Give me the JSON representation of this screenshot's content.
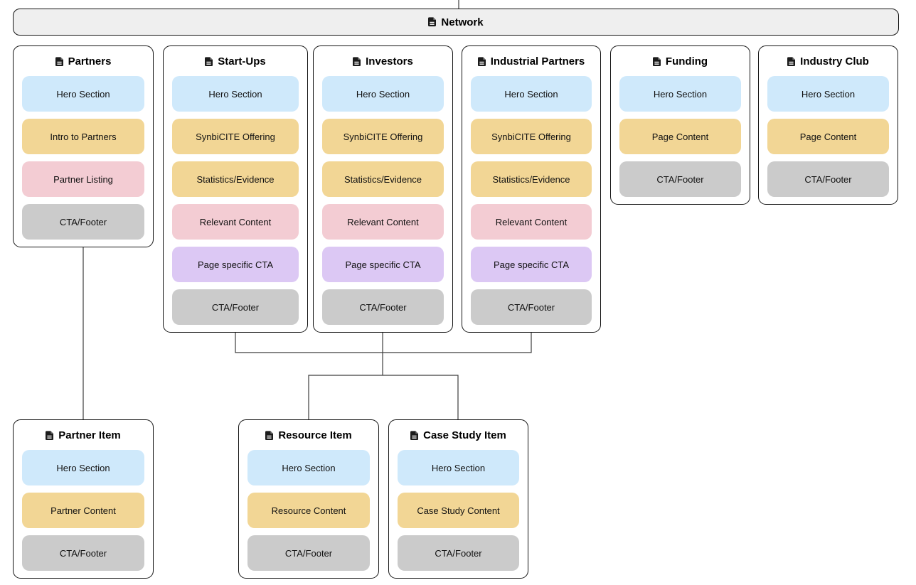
{
  "root": {
    "label": "Network",
    "icon": "page-icon"
  },
  "palette": {
    "blue": "#cfe9fb",
    "tan": "#f2d695",
    "pink": "#f3ccd3",
    "purple": "#dcc8f4",
    "gray": "#cbcbcb",
    "root_bg": "#efefef",
    "node_bg": "#ffffff",
    "border": "#141414",
    "connector": "#3d3d3d"
  },
  "nodes": [
    {
      "title": "Partners",
      "icon": "page-icon",
      "sections": [
        {
          "label": "Hero Section",
          "color": "blue"
        },
        {
          "label": "Intro to Partners",
          "color": "tan"
        },
        {
          "label": "Partner Listing",
          "color": "pink"
        },
        {
          "label": "CTA/Footer",
          "color": "gray"
        }
      ]
    },
    {
      "title": "Start-Ups",
      "icon": "page-icon",
      "sections": [
        {
          "label": "Hero Section",
          "color": "blue"
        },
        {
          "label": "SynbiCITE Offering",
          "color": "tan"
        },
        {
          "label": "Statistics/Evidence",
          "color": "tan"
        },
        {
          "label": "Relevant Content",
          "color": "pink"
        },
        {
          "label": "Page specific CTA",
          "color": "purple"
        },
        {
          "label": "CTA/Footer",
          "color": "gray"
        }
      ]
    },
    {
      "title": "Investors",
      "icon": "page-icon",
      "sections": [
        {
          "label": "Hero Section",
          "color": "blue"
        },
        {
          "label": "SynbiCITE Offering",
          "color": "tan"
        },
        {
          "label": "Statistics/Evidence",
          "color": "tan"
        },
        {
          "label": "Relevant Content",
          "color": "pink"
        },
        {
          "label": "Page specific CTA",
          "color": "purple"
        },
        {
          "label": "CTA/Footer",
          "color": "gray"
        }
      ]
    },
    {
      "title": "Industrial Partners",
      "icon": "page-icon",
      "sections": [
        {
          "label": "Hero Section",
          "color": "blue"
        },
        {
          "label": "SynbiCITE Offering",
          "color": "tan"
        },
        {
          "label": "Statistics/Evidence",
          "color": "tan"
        },
        {
          "label": "Relevant Content",
          "color": "pink"
        },
        {
          "label": "Page specific CTA",
          "color": "purple"
        },
        {
          "label": "CTA/Footer",
          "color": "gray"
        }
      ]
    },
    {
      "title": "Funding",
      "icon": "page-icon",
      "sections": [
        {
          "label": "Hero Section",
          "color": "blue"
        },
        {
          "label": "Page Content",
          "color": "tan"
        },
        {
          "label": "CTA/Footer",
          "color": "gray"
        }
      ]
    },
    {
      "title": "Industry Club",
      "icon": "page-icon",
      "sections": [
        {
          "label": "Hero Section",
          "color": "blue"
        },
        {
          "label": "Page Content",
          "color": "tan"
        },
        {
          "label": "CTA/Footer",
          "color": "gray"
        }
      ]
    },
    {
      "title": "Partner Item",
      "icon": "page-icon",
      "sections": [
        {
          "label": "Hero Section",
          "color": "blue"
        },
        {
          "label": "Partner Content",
          "color": "tan"
        },
        {
          "label": "CTA/Footer",
          "color": "gray"
        }
      ]
    },
    {
      "title": "Resource Item",
      "icon": "page-icon",
      "sections": [
        {
          "label": "Hero Section",
          "color": "blue"
        },
        {
          "label": "Resource Content",
          "color": "tan"
        },
        {
          "label": "CTA/Footer",
          "color": "gray"
        }
      ]
    },
    {
      "title": "Case Study Item",
      "icon": "page-icon",
      "sections": [
        {
          "label": "Hero Section",
          "color": "blue"
        },
        {
          "label": "Case Study Content",
          "color": "tan"
        },
        {
          "label": "CTA/Footer",
          "color": "gray"
        }
      ]
    }
  ]
}
